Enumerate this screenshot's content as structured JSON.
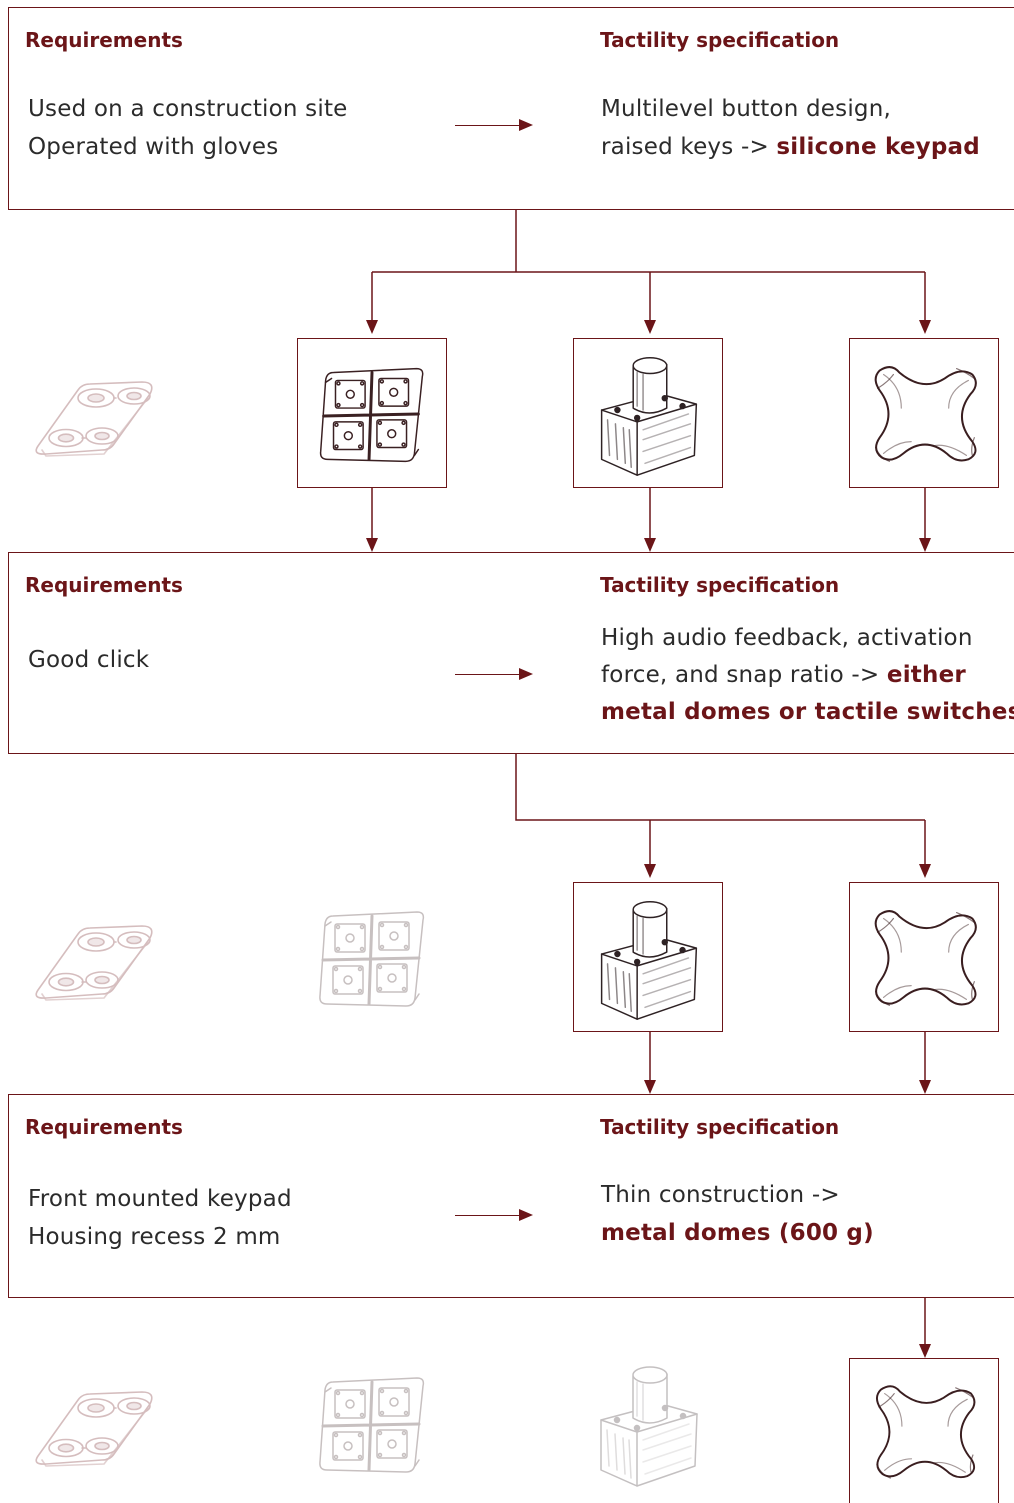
{
  "colors": {
    "accent": "#6b1518",
    "text": "#2b2b2b"
  },
  "steps": [
    {
      "requirements_title": "Requirements",
      "requirements": [
        "Used on a construction site",
        "Operated with gloves"
      ],
      "spec_title": "Tactility specification",
      "spec_line1": "Multilevel button design,",
      "spec_line2_prefix": "raised keys -> ",
      "spec_line2_highlight": "silicone keypad"
    },
    {
      "requirements_title": "Requirements",
      "requirements": [
        "Good click"
      ],
      "spec_title": "Tactility specification",
      "spec_line1": "High audio feedback, activation",
      "spec_line2_prefix": "force, and snap ratio -> ",
      "spec_line2_highlight": "either",
      "spec_line3_highlight": "metal domes or tactile switches"
    },
    {
      "requirements_title": "Requirements",
      "requirements": [
        "Front mounted keypad",
        "Housing recess 2 mm"
      ],
      "spec_title": "Tactility specification",
      "spec_line1": "Thin construction ->",
      "spec_line2_highlight": "metal domes (600 g)"
    }
  ],
  "options": {
    "icons": [
      "membrane-keypad-icon",
      "silicone-keypad-icon",
      "tactile-switch-icon",
      "metal-dome-icon"
    ],
    "rows": [
      {
        "active": [
          "silicone-keypad-icon",
          "tactile-switch-icon",
          "metal-dome-icon"
        ]
      },
      {
        "active": [
          "tactile-switch-icon",
          "metal-dome-icon"
        ]
      },
      {
        "active": [
          "metal-dome-icon"
        ]
      }
    ]
  }
}
